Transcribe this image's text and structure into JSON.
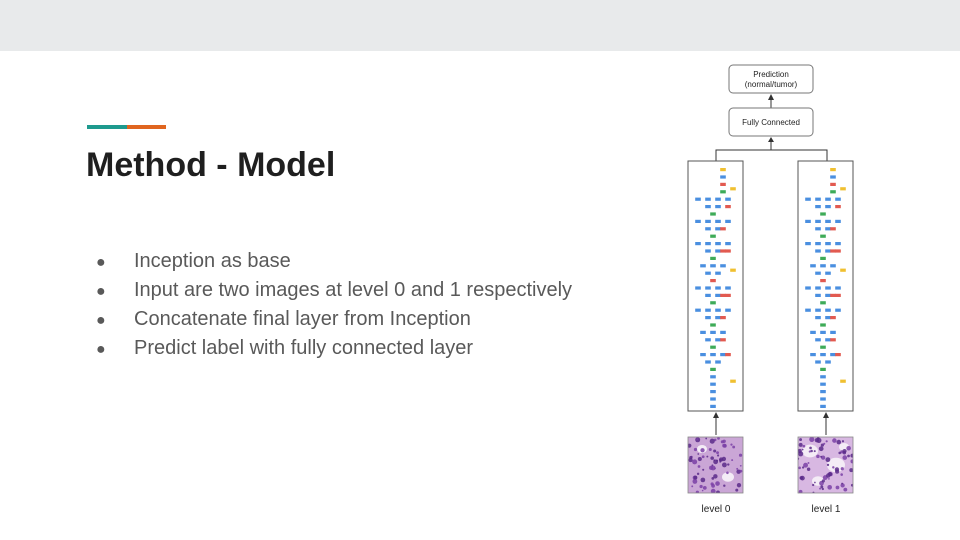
{
  "slide": {
    "title": "Method - Model",
    "accent_colors": [
      "#1e9a8e",
      "#e0651f"
    ],
    "bullets": [
      "Inception as base",
      "Input are two images at level 0 and 1 respectively",
      "Concatenate final layer from Inception",
      "Predict label with fully connected layer"
    ]
  },
  "diagram": {
    "prediction_label": [
      "Prediction",
      "(normal/tumor)"
    ],
    "fc_label": "Fully Connected",
    "inputs": [
      "level 0",
      "level 1"
    ],
    "block_colors": [
      "#4a8fe0",
      "#e25a50",
      "#3eab58",
      "#f0c030"
    ]
  }
}
